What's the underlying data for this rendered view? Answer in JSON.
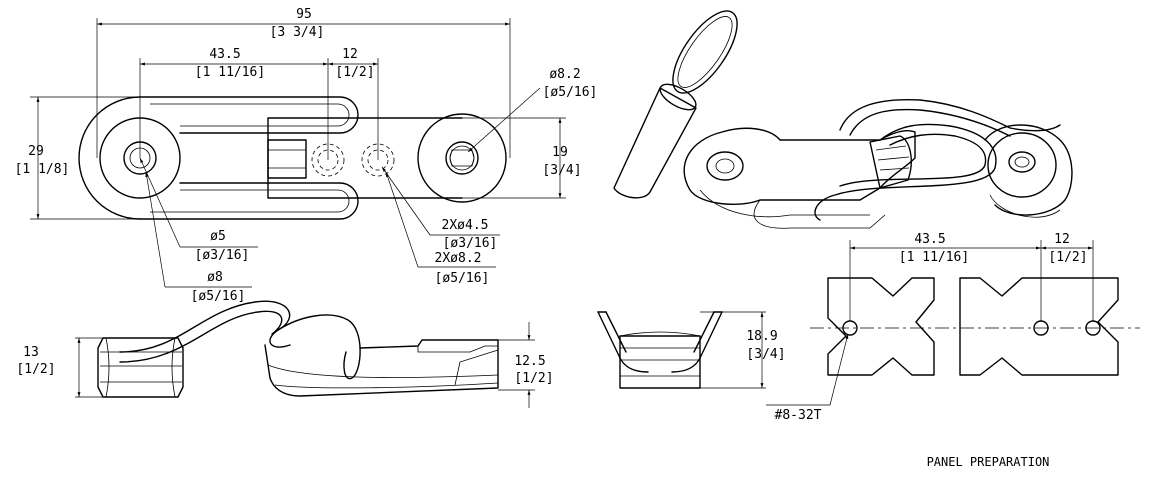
{
  "top_view": {
    "overall_length": {
      "mm": "95",
      "inch": "[3 3/4]"
    },
    "hole_spacing": {
      "mm": "43.5",
      "inch": "[1 11/16]"
    },
    "hole_pitch": {
      "mm": "12",
      "inch": "[1/2]"
    },
    "height": {
      "mm": "29",
      "inch": "[1 1/8]"
    },
    "strike_width": {
      "mm": "19",
      "inch": "[3/4]"
    },
    "stud_dia": {
      "mm": "ø8.2",
      "inch": "[ø5/16]"
    },
    "pin_dia": {
      "mm": "ø5",
      "inch": "[ø3/16]"
    },
    "hook_dia": {
      "mm": "ø8",
      "inch": "[ø5/16]"
    },
    "mount_hole": {
      "mm": "2Xø4.5",
      "inch": "[ø3/16]"
    },
    "mount_cbore": {
      "mm": "2Xø8.2",
      "inch": "[ø5/16]"
    }
  },
  "side_view": {
    "height": {
      "mm": "13",
      "inch": "[1/2]"
    },
    "strike_height": {
      "mm": "12.5",
      "inch": "[1/2]"
    }
  },
  "end_view": {
    "height": {
      "mm": "18.9",
      "inch": "[3/4]"
    }
  },
  "panel_prep": {
    "title": "PANEL PREPARATION",
    "hole_spacing": {
      "mm": "43.5",
      "inch": "[1 11/16]"
    },
    "hole_pitch": {
      "mm": "12",
      "inch": "[1/2]"
    },
    "thread": "#8-32T"
  }
}
